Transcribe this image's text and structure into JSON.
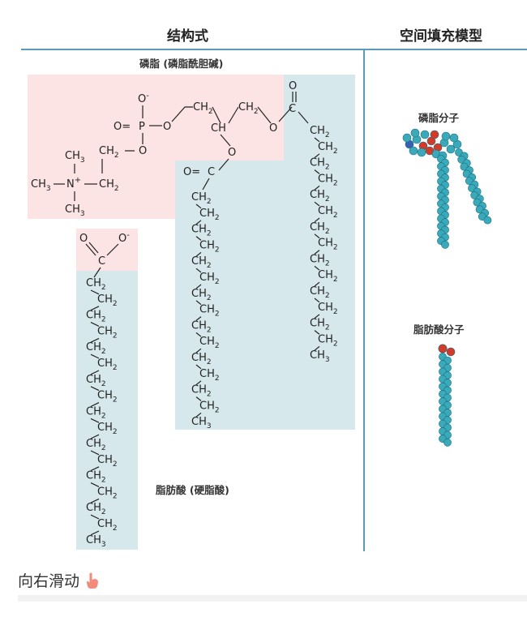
{
  "headers": {
    "left": "结构式",
    "right": "空间填充模型"
  },
  "captions": {
    "phospholipid": "磷脂 (磷脂酰胆碱)",
    "fatty_acid": "脂肪酸 (硬脂酸)",
    "model_phospholipid": "磷脂分子",
    "model_fatty_acid": "脂肪酸分子"
  },
  "chem": {
    "o_minus": "O",
    "minus_sup": "-",
    "o": "O",
    "p": "P",
    "eq_o": "O=",
    "o_eq": "O=",
    "ch2": "CH",
    "sub2": "2",
    "ch": "CH",
    "c": "C",
    "ch3": "CH",
    "sub3": "3",
    "ch3_left": "CH₃–N⁺–CH₂",
    "n_plus": "N⁺",
    "ch2_dash": "CH₂ –O"
  },
  "colors": {
    "pink_region": "#fce3e4",
    "blue_region": "#d7e8ec",
    "rule": "#5a9bb8",
    "carbon_atom": "#3aaabb",
    "oxygen_atom": "#d23a2a",
    "nitrogen_atom": "#3b5fb0"
  },
  "footer": {
    "label": "向右滑动",
    "icon": "pointing-hand-icon"
  }
}
